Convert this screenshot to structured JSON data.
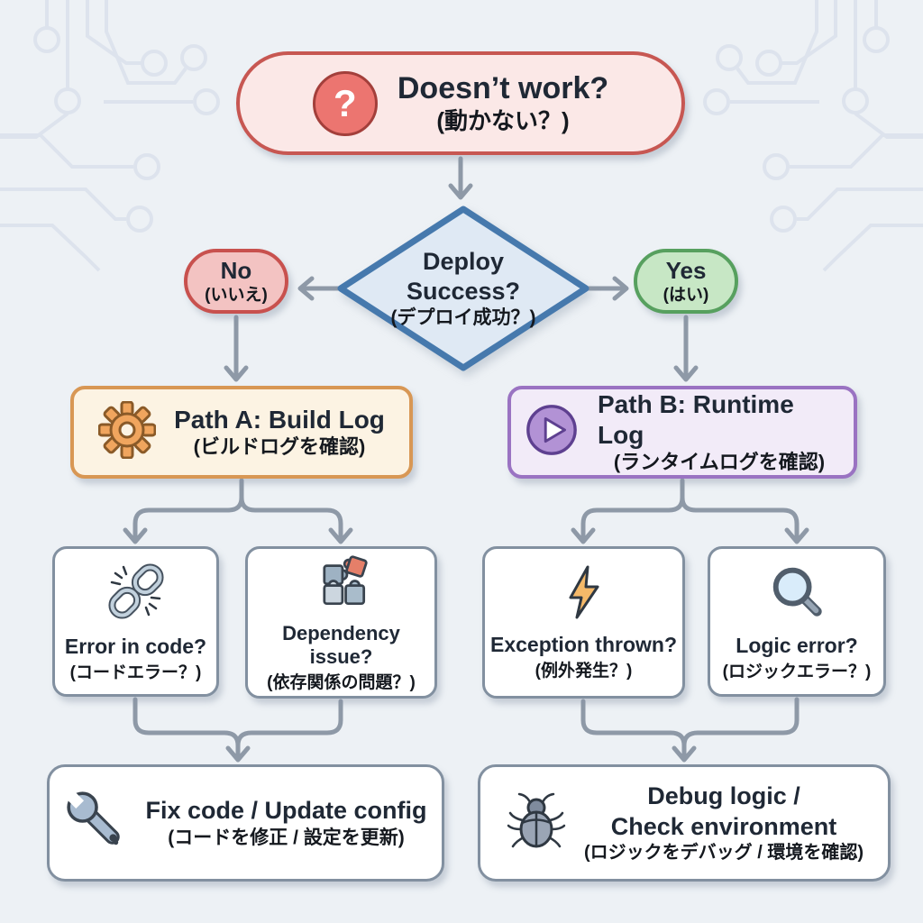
{
  "diagram": {
    "start": {
      "title": "Doesn’t work?",
      "subtitle": "(動かない？)"
    },
    "decision": {
      "line1": "Deploy",
      "line2": "Success?",
      "subtitle": "(デプロイ成功？)"
    },
    "no_branch": {
      "label": "No",
      "sublabel": "(いいえ)"
    },
    "yes_branch": {
      "label": "Yes",
      "sublabel": "(はい)"
    },
    "path_a": {
      "title": "Path A: Build Log",
      "subtitle": "(ビルドログを確認)"
    },
    "path_b": {
      "title": "Path B: Runtime Log",
      "subtitle": "(ランタイムログを確認)"
    },
    "error_in_code": {
      "title": "Error in code?",
      "subtitle": "(コードエラー？)"
    },
    "dependency": {
      "line1": "Dependency",
      "line2": "issue?",
      "subtitle": "(依存関係の問題？)"
    },
    "exception": {
      "title": "Exception thrown?",
      "subtitle": "(例外発生？)"
    },
    "logic_error": {
      "title": "Logic error?",
      "subtitle": "(ロジックエラー？)"
    },
    "fix_code": {
      "title": "Fix code / Update config",
      "subtitle": "(コードを修正 / 設定を更新)"
    },
    "debug_logic": {
      "line1": "Debug logic /",
      "line2": "Check environment",
      "subtitle": "(ロジックをデバッグ / 環境を確認)"
    }
  },
  "icons": {
    "question_glyph": "?",
    "start": "question-icon",
    "path_a": "gear-icon",
    "path_b": "play-icon",
    "error_in_code": "broken-link-icon",
    "dependency": "puzzle-icon",
    "exception": "lightning-icon",
    "logic_error": "magnifier-icon",
    "fix_code": "wrench-icon",
    "debug_logic": "bug-icon"
  },
  "colors": {
    "background": "#edf1f5",
    "circuit_trace": "#dde3ed",
    "arrow": "#8e99a7",
    "start_fill": "#fbe8e7",
    "start_border": "#c75752",
    "decision_fill": "#dfe9f4",
    "decision_border": "#4679ad",
    "no_fill": "#f3c3c2",
    "no_border": "#c8514e",
    "yes_fill": "#c7e7c5",
    "yes_border": "#57a05f",
    "path_a_fill": "#fcf3e3",
    "path_a_border": "#d89754",
    "path_b_fill": "#f2ebf8",
    "path_b_border": "#9a73c2",
    "box_fill": "#ffffff",
    "box_border": "#8290a0",
    "text": "#1f2835"
  }
}
